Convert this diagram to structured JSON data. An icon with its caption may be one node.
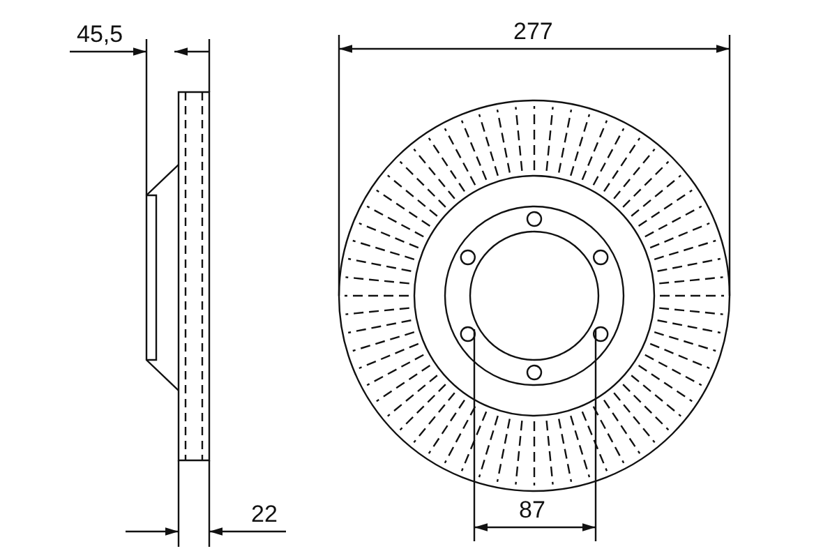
{
  "diagram": {
    "labels": [
      "45,5",
      "277",
      "22",
      "87"
    ]
  }
}
